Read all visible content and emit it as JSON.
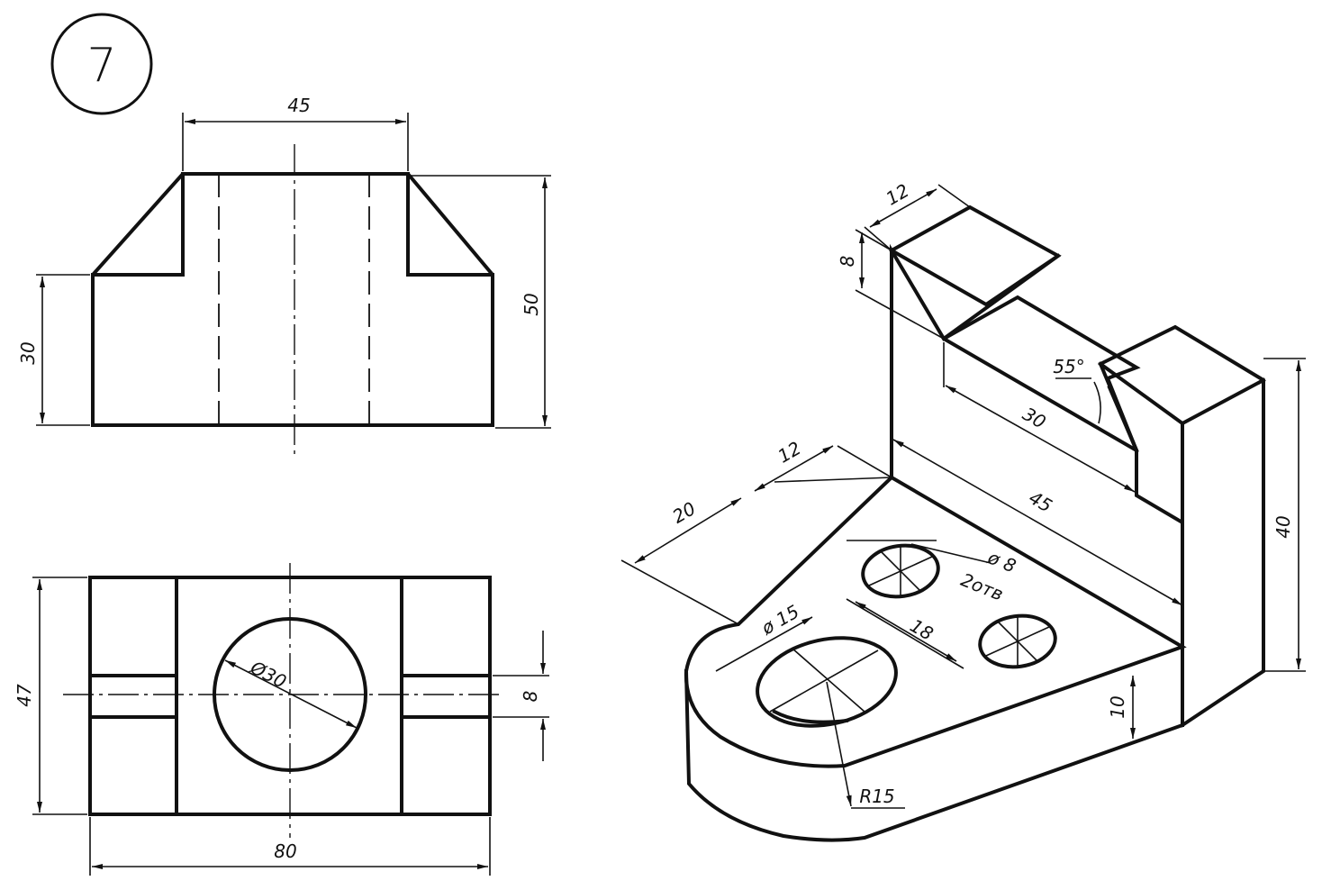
{
  "drawing": {
    "number": "7",
    "dims": {
      "front_width_top": "45",
      "front_height_total": "50",
      "front_height_base": "30",
      "top_hole_dia": "Ø30",
      "top_depth": "47",
      "top_length": "80",
      "top_slot": "8",
      "iso_top_width": "12",
      "iso_top_height": "8",
      "iso_angle": "55°",
      "iso_slot_len": "30",
      "iso_len": "45",
      "iso_height": "40",
      "iso_hole_small": "ø 8",
      "iso_hole_count": "2отв",
      "iso_hole_spacing": "18",
      "iso_hole_large": "ø 15",
      "iso_base_height": "10",
      "iso_radius": "R15",
      "iso_edge_12": "12",
      "iso_edge_20": "20"
    }
  }
}
